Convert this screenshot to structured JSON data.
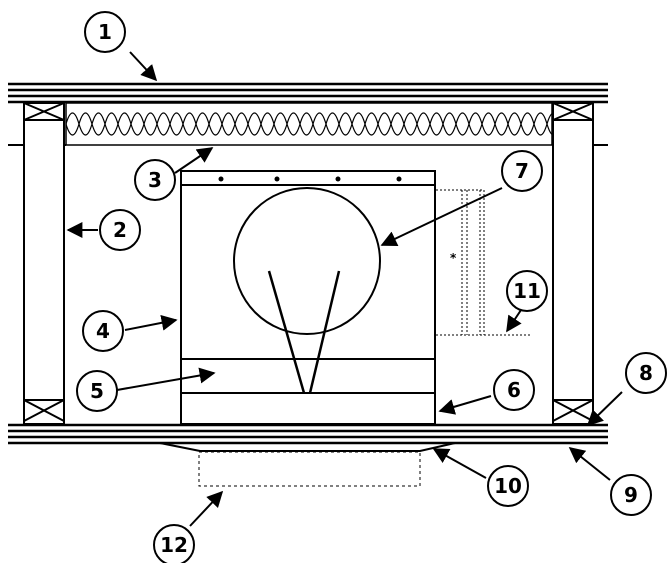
{
  "callouts": [
    {
      "id": "1",
      "label": "1"
    },
    {
      "id": "2",
      "label": "2"
    },
    {
      "id": "3",
      "label": "3"
    },
    {
      "id": "4",
      "label": "4"
    },
    {
      "id": "5",
      "label": "5"
    },
    {
      "id": "6",
      "label": "6"
    },
    {
      "id": "7",
      "label": "7"
    },
    {
      "id": "8",
      "label": "8"
    },
    {
      "id": "9",
      "label": "9"
    },
    {
      "id": "10",
      "label": "10"
    },
    {
      "id": "11",
      "label": "11"
    },
    {
      "id": "12",
      "label": "12"
    }
  ],
  "dimension_marker": "*",
  "colors": {
    "stroke": "#000000",
    "background": "#ffffff"
  }
}
